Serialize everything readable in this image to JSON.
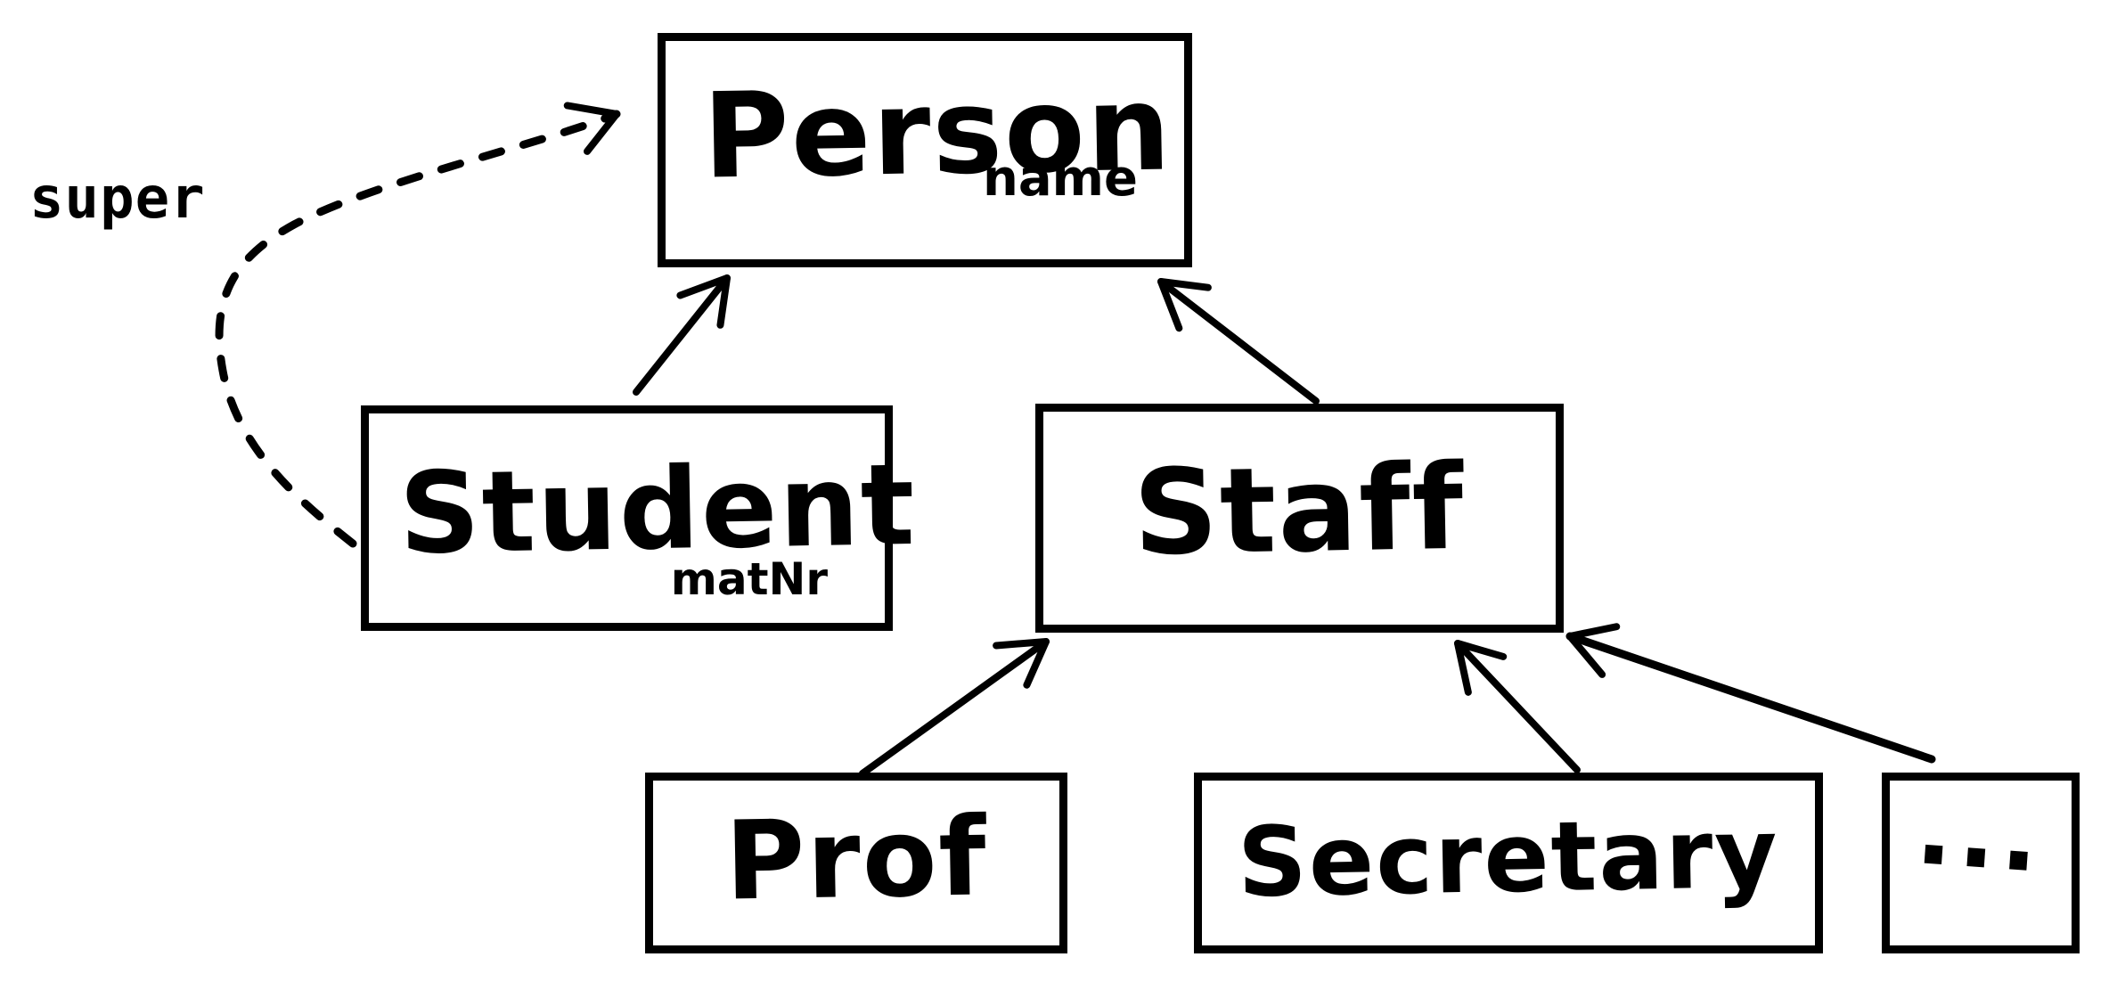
{
  "diagram": {
    "kind": "class-inheritance-sketch",
    "super_label": "super",
    "classes": [
      {
        "name": "Person",
        "attribute": "name"
      },
      {
        "name": "Student",
        "attribute": "matNr"
      },
      {
        "name": "Staff",
        "attribute": ""
      },
      {
        "name": "Prof",
        "attribute": ""
      },
      {
        "name": "Secretary",
        "attribute": ""
      },
      {
        "name": "...",
        "attribute": ""
      }
    ],
    "edges": [
      {
        "from": "Student",
        "to": "Person",
        "style": "solid-arrow"
      },
      {
        "from": "Staff",
        "to": "Person",
        "style": "solid-arrow"
      },
      {
        "from": "Prof",
        "to": "Staff",
        "style": "solid-arrow"
      },
      {
        "from": "Secretary",
        "to": "Staff",
        "style": "solid-arrow"
      },
      {
        "from": "...",
        "to": "Staff",
        "style": "solid-arrow"
      },
      {
        "from": "Student",
        "to": "Person",
        "style": "dashed-arrow",
        "label": "super"
      }
    ],
    "colors": {
      "ink": "#000000",
      "background": "#ffffff"
    }
  }
}
